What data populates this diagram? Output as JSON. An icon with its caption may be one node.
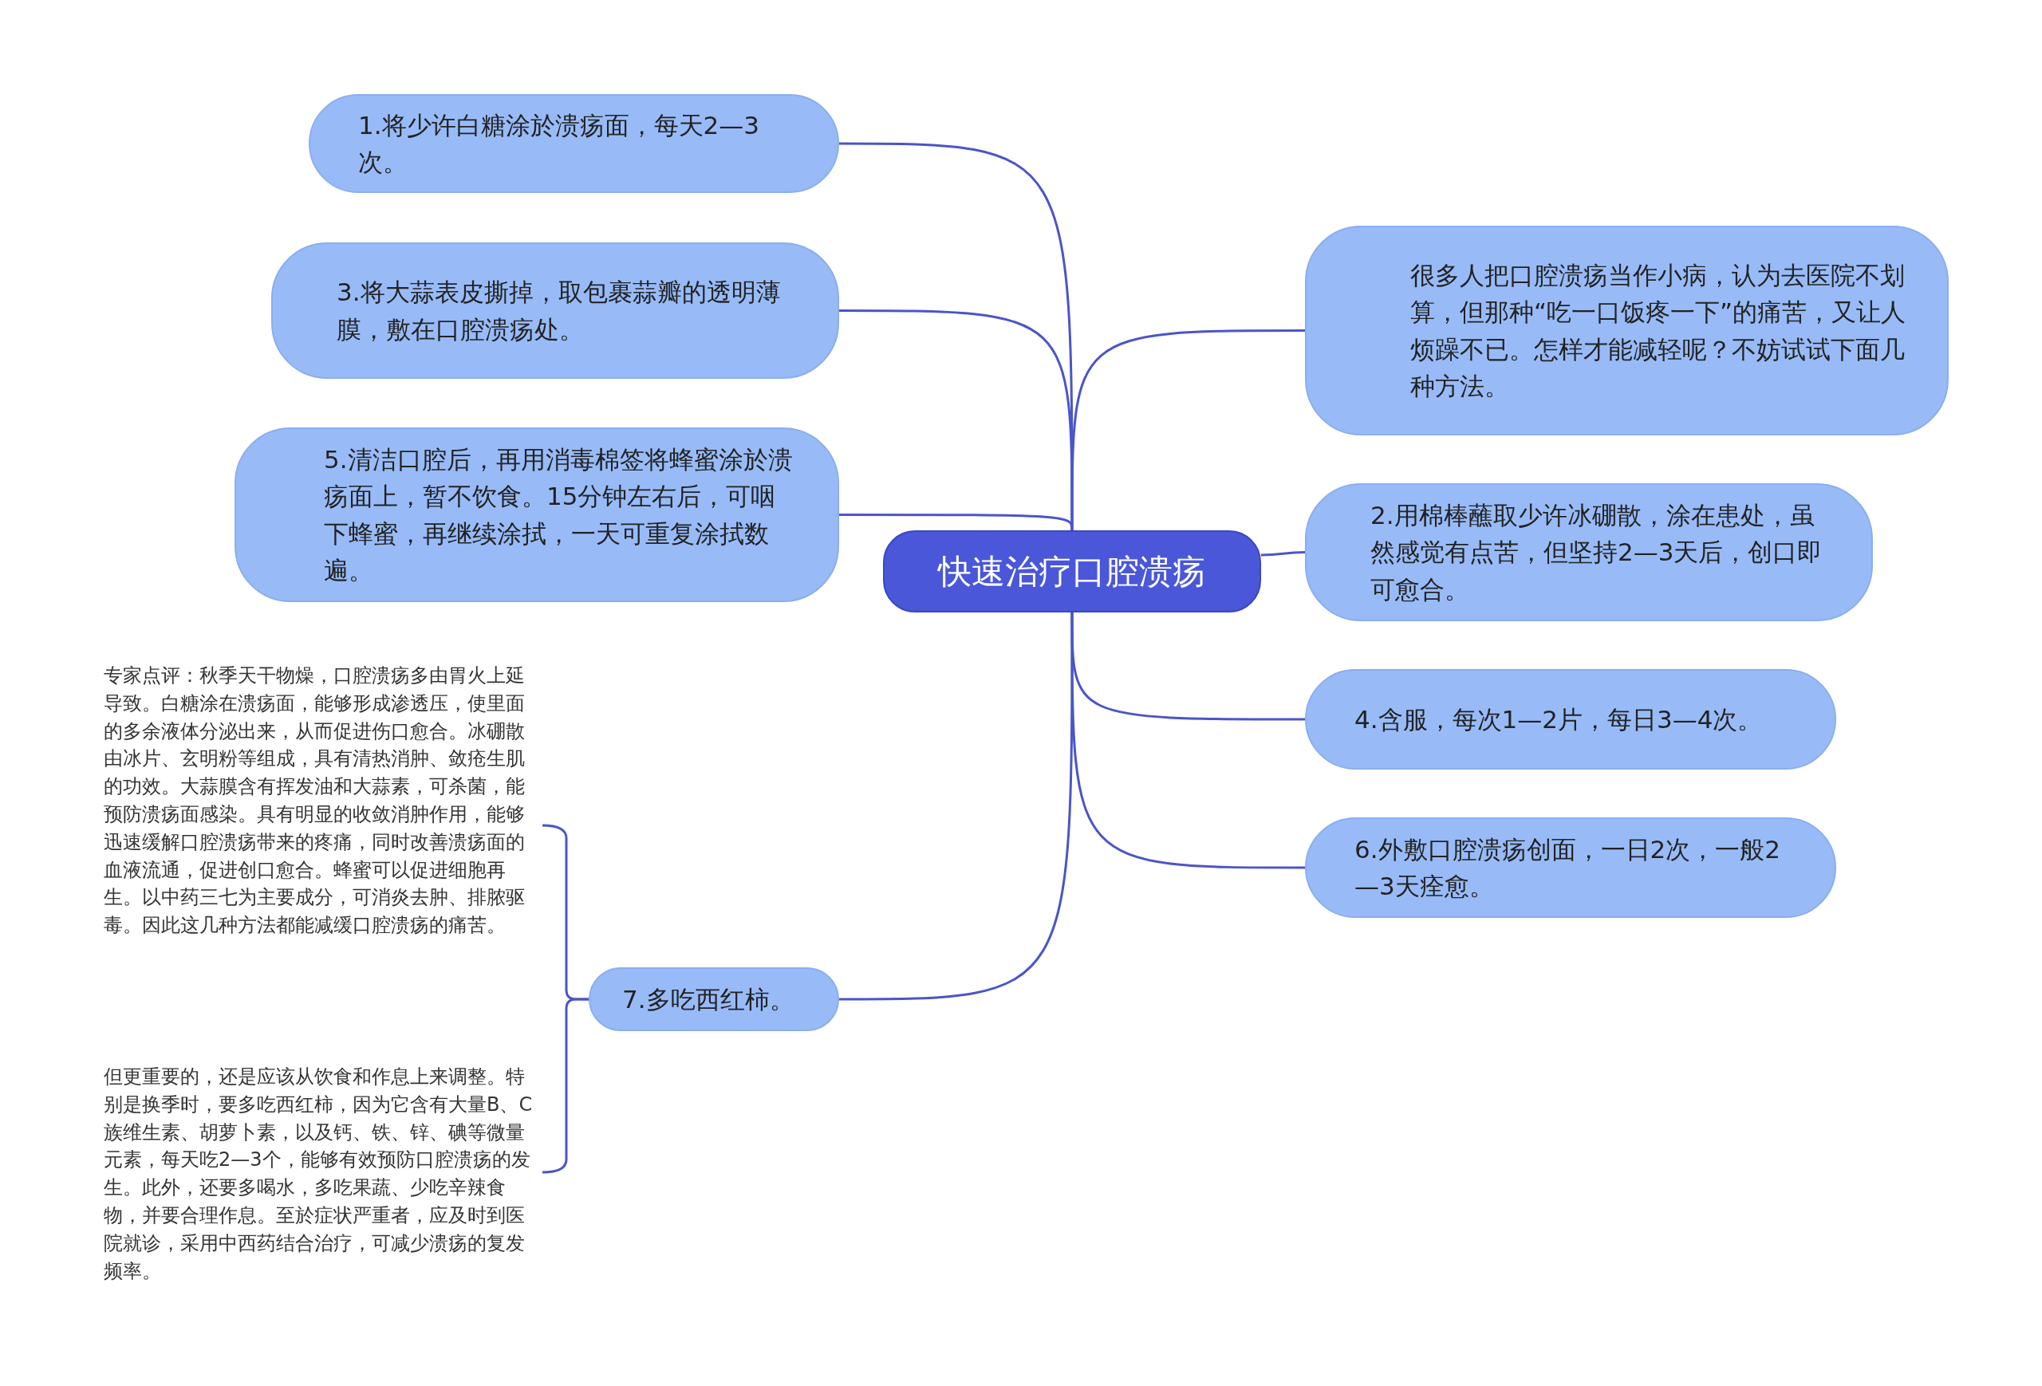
{
  "diagram": {
    "nodes": [
      {
        "text": [
          "快速治疗口腔溃疡"
        ]
      },
      {
        "text": [
          "1.将少许白糖涂於溃疡面，每天2—3次。"
        ]
      },
      {
        "text": [
          "3.将大蒜表皮撕掉，取包裹蒜瓣的透明薄膜，敷在口腔溃疡处。"
        ]
      },
      {
        "text": [
          "5.清洁口腔后，再用消毒棉签将蜂蜜涂於溃疡面上，暂不饮食。15分钟左右后，可咽下蜂蜜，再继续涂拭，一天可重复涂拭数遍。"
        ]
      },
      {
        "text": [
          "7.多吃西红柿。"
        ]
      },
      {
        "text": [
          "专家点评：秋季天干物燥，口腔溃疡多由胃火上延导致。白糖涂在溃疡面，能够形成渗透压，使里面的多余液体分泌出来，从而促进伤口愈合。冰硼散由冰片、玄明粉等组成，具有清热消肿、敛疮生肌的功效。大蒜膜含有挥发油和大蒜素，可杀菌，能预防溃疡面感染。具有明显的收敛消肿作用，能够迅速缓解口腔溃疡带来的疼痛，同时改善溃疡面的血液流通，促进创口愈合。蜂蜜可以促进细胞再生。以中药三七为主要成分，可消炎去肿、排脓驱毒。因此这几种方法都能减缓口腔溃疡的痛苦。"
        ]
      },
      {
        "text": [
          "但更重要的，还是应该从饮食和作息上来调整。特别是换季时，要多吃西红柿，因为它含有大量B、C族维生素、胡萝卜素，以及钙、铁、锌、碘等微量元素，每天吃2—3个，能够有效预防口腔溃疡的发生。此外，还要多喝水，多吃果蔬、少吃辛辣食物，并要合理作息。至於症状严重者，应及时到医院就诊，采用中西药结合治疗，可减少溃疡的复发频率。"
        ]
      },
      {
        "text": [
          "很多人把口腔溃疡当作小病，认为去医院不划算，但那种“吃一口饭疼一下”的痛苦，又让人烦躁不已。怎样才能减轻呢？不妨试试下面几种方法。"
        ]
      },
      {
        "text": [
          "2.用棉棒蘸取少许冰硼散，涂在患处，虽然感觉有点苦，但坚持2—3天后，创口即可愈合。"
        ]
      },
      {
        "text": [
          "4.含服，每次1—2片，每日3—4次。"
        ]
      },
      {
        "text": [
          "6.外敷口腔溃疡创面，一日2次，一般2—3天痊愈。"
        ]
      }
    ],
    "edges": [
      {
        "from": 0,
        "to": 1,
        "arrow": "none"
      },
      {
        "from": 0,
        "to": 2,
        "arrow": "none"
      },
      {
        "from": 0,
        "to": 3,
        "arrow": "none"
      },
      {
        "from": 0,
        "to": 4,
        "arrow": "none"
      },
      {
        "from": 4,
        "to": 5,
        "arrow": "none"
      },
      {
        "from": 4,
        "to": 6,
        "arrow": "none"
      },
      {
        "from": 0,
        "to": 7,
        "arrow": "none"
      },
      {
        "from": 0,
        "to": 8,
        "arrow": "none"
      },
      {
        "from": 0,
        "to": 9,
        "arrow": "none"
      },
      {
        "from": 0,
        "to": 10,
        "arrow": "none"
      }
    ]
  }
}
